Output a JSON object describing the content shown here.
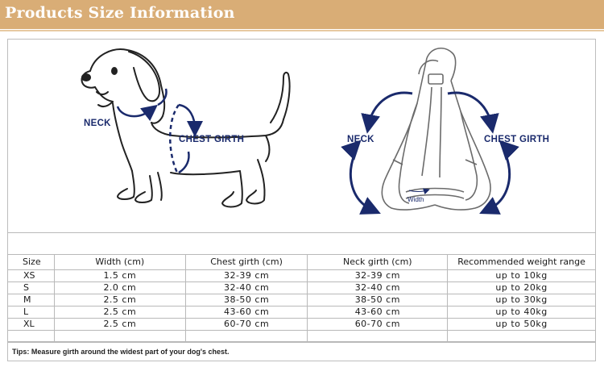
{
  "header": {
    "title": "Products Size Information"
  },
  "illustration": {
    "dog_labels": {
      "neck": "NECK",
      "chest": "CHEST GIRTH"
    },
    "harness_labels": {
      "neck": "NECK",
      "chest": "CHEST GIRTH",
      "width": "Width"
    },
    "accent_color": "#1a2a6c"
  },
  "table": {
    "headers": [
      "Size",
      "Width (cm)",
      "Chest girth (cm)",
      "Neck girth (cm)",
      "Recommended weight range"
    ],
    "rows": [
      [
        "XS",
        "1.5 cm",
        "32-39 cm",
        "32-39 cm",
        "up to 10kg"
      ],
      [
        "S",
        "2.0 cm",
        "32-40 cm",
        "32-40 cm",
        "up to 20kg"
      ],
      [
        "M",
        "2.5 cm",
        "38-50 cm",
        "38-50 cm",
        "up to 30kg"
      ],
      [
        "L",
        "2.5 cm",
        "43-60 cm",
        "43-60 cm",
        "up to 40kg"
      ],
      [
        "XL",
        "2.5 cm",
        "60-70 cm",
        "60-70 cm",
        "up to 50kg"
      ]
    ]
  },
  "tips": "Tips: Measure girth around the widest part of your dog's chest."
}
